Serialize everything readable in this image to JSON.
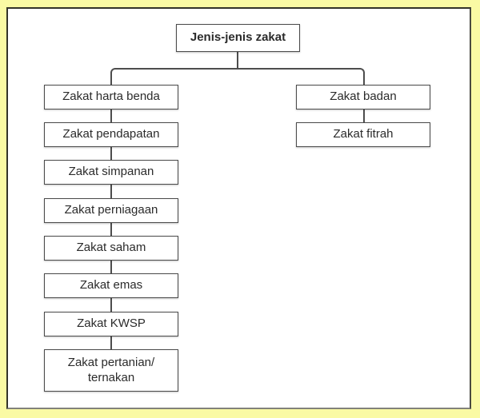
{
  "diagram": {
    "root_label": "Jenis-jenis zakat",
    "left_branch": [
      "Zakat harta benda",
      "Zakat pendapatan",
      "Zakat simpanan",
      "Zakat perniagaan",
      "Zakat saham",
      "Zakat emas",
      "Zakat KWSP",
      "Zakat pertanian/\nternakan"
    ],
    "right_branch": [
      "Zakat badan",
      "Zakat fitrah"
    ],
    "colors": {
      "page_background": "#fafaa4",
      "panel_background": "#ffffff",
      "panel_border": "#333329",
      "node_border": "#4a4a4a",
      "connector": "#4d4d4d",
      "text": "#2b2b2b"
    }
  }
}
